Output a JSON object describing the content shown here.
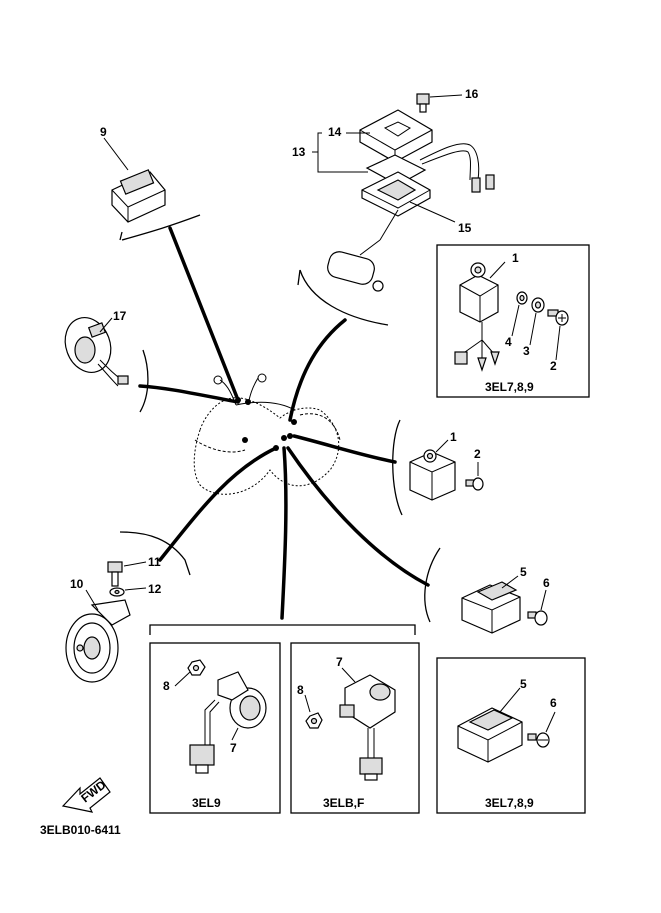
{
  "callouts": {
    "n1a": "1",
    "n2a": "2",
    "n3": "3",
    "n4": "4",
    "n1b": "1",
    "n2b": "2",
    "n5a": "5",
    "n6a": "6",
    "n5b": "5",
    "n6b": "6",
    "n7a": "7",
    "n8a": "8",
    "n7b": "7",
    "n8b": "8",
    "n9": "9",
    "n10": "10",
    "n11": "11",
    "n12": "12",
    "n13": "13",
    "n14": "14",
    "n15": "15",
    "n16": "16",
    "n17": "17"
  },
  "panels": {
    "top_right": "3EL7,8,9",
    "bottom_left": "3EL9",
    "bottom_mid": "3ELB,F",
    "bottom_right": "3EL7,8,9"
  },
  "fwd_label": "FWD",
  "diagram_code": "3ELB010-6411"
}
